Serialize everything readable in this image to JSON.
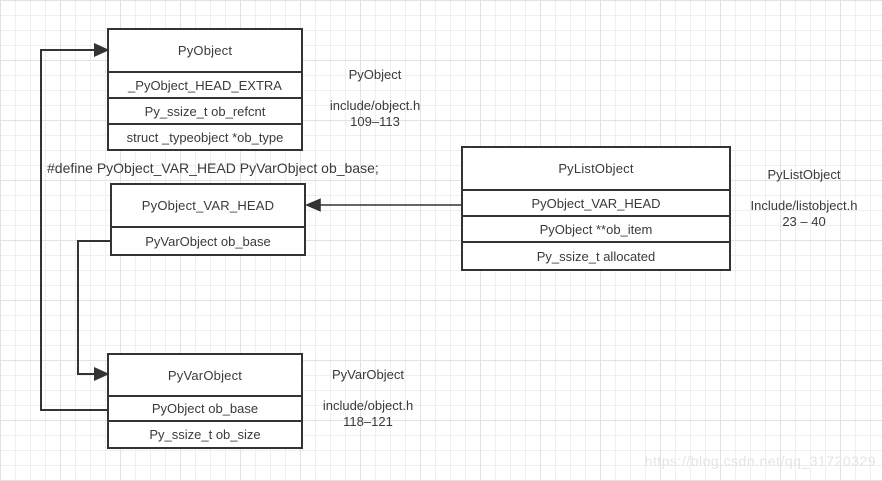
{
  "structs": {
    "pyobject": {
      "title": "PyObject",
      "fields": [
        "_PyObject_HEAD_EXTRA",
        "Py_ssize_t ob_refcnt",
        "struct _typeobject *ob_type"
      ]
    },
    "var_head": {
      "title": "PyObject_VAR_HEAD",
      "fields": [
        "PyVarObject ob_base"
      ]
    },
    "pylistobject": {
      "title": "PyListObject",
      "fields": [
        "PyObject_VAR_HEAD",
        "PyObject **ob_item",
        "Py_ssize_t allocated"
      ]
    },
    "pyvarobject": {
      "title": "PyVarObject",
      "fields": [
        "PyObject ob_base",
        "Py_ssize_t ob_size"
      ]
    }
  },
  "notes": {
    "pyobject": {
      "name": "PyObject",
      "file": "include/object.h",
      "lines": "109–113"
    },
    "pylistobject": {
      "name": "PyListObject",
      "file": "Include/listobject.h",
      "lines": "23 – 40"
    },
    "pyvarobject": {
      "name": "PyVarObject",
      "file": "include/object.h",
      "lines": "118–121"
    }
  },
  "define_text": "#define PyObject_VAR_HEAD PyVarObject ob_base;",
  "watermark": "https://blog.csdn.net/qq_31720329",
  "colors": {
    "line": "#333333",
    "text": "#3a3a3a",
    "grid_minor": "#efefef",
    "grid_major": "#e2e2e2",
    "box_bg": "#ffffff",
    "watermark": "#e4e4e4"
  }
}
